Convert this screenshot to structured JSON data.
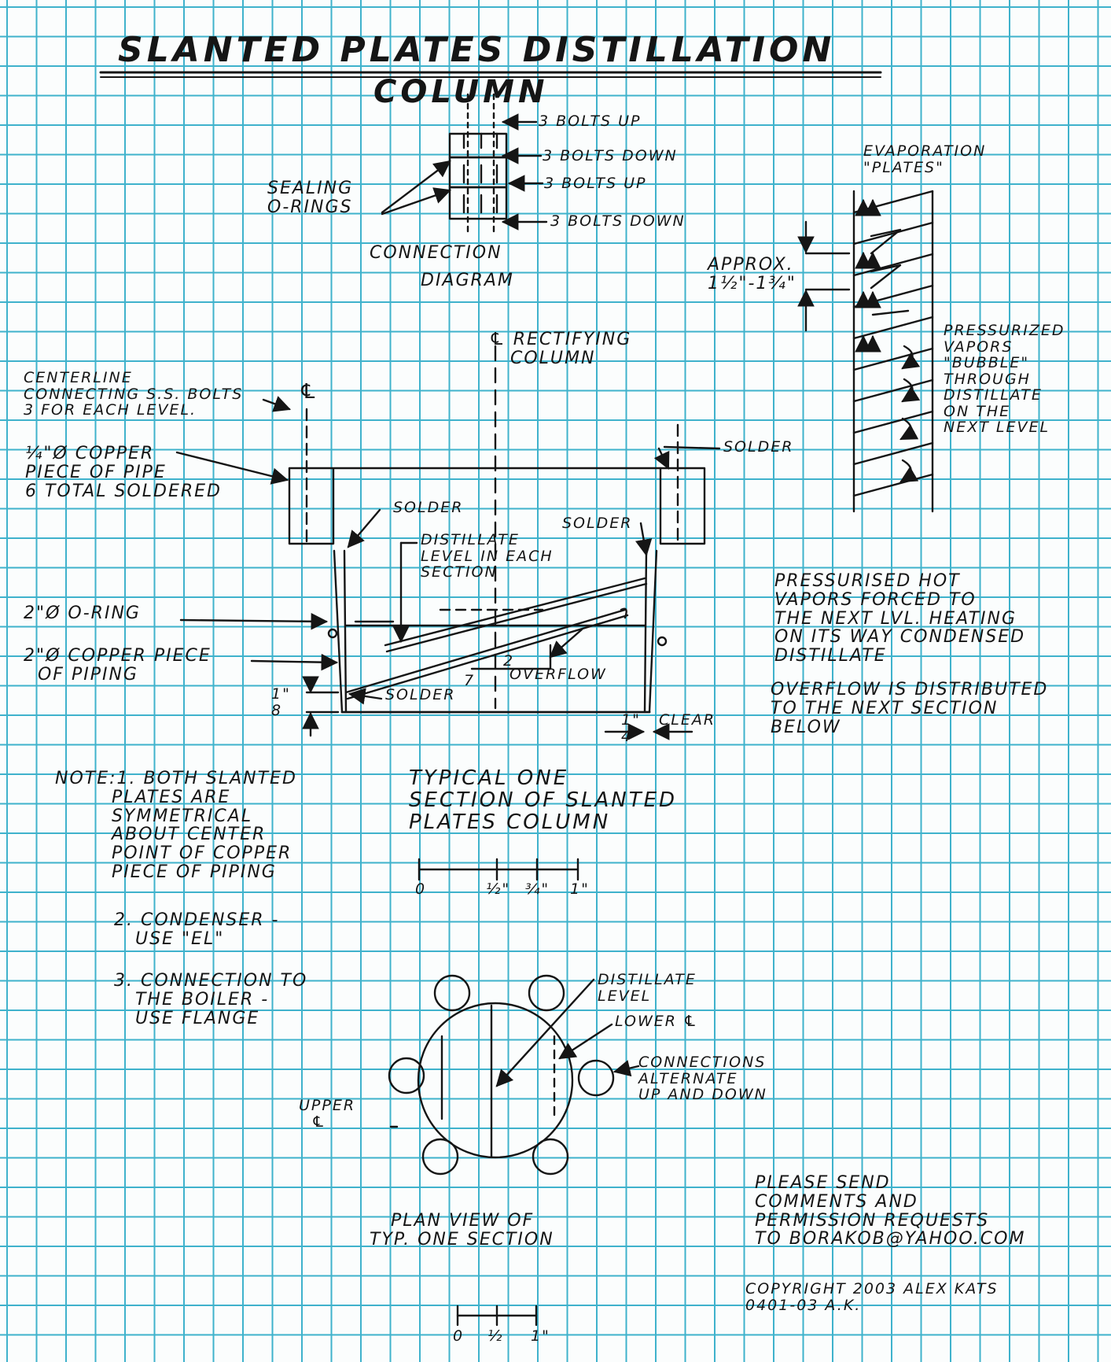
{
  "title": {
    "line1": "SLANTED PLATES DISTILLATION",
    "line2": "COLUMN"
  },
  "connection_diagram": {
    "caption1": "CONNECTION",
    "caption2": "DIAGRAM",
    "bolts": [
      "3 BOLTS UP",
      "3 BOLTS DOWN",
      "3 BOLTS UP",
      "3 BOLTS DOWN"
    ],
    "o_rings": "SEALING\nO-RINGS"
  },
  "evaporation_plates": {
    "label": "EVAPORATION\n\"PLATES\"",
    "spacing": "APPROX.\n1½\"-1¾\"",
    "vapors": "PRESSURIZED\nVAPORS\n\"BUBBLE\"\nTHROUGH\nDISTILLATE\nON THE\nNEXT LEVEL"
  },
  "section": {
    "centerline_rect": "℄ RECTIFYING\n   COLUMN",
    "centerline_bolts": "CENTERLINE\nCONNECTING S.S. BOLTS\n3 FOR EACH LEVEL.",
    "cl_symbol": "℄",
    "copper_pipe": "¼\"Ø COPPER\nPIECE OF PIPE\n6 TOTAL SOLDERED",
    "solder": "SOLDER",
    "distillate_level": "DISTILLATE\nLEVEL IN EACH\nSECTION",
    "o_ring": "2\"Ø O-RING",
    "copper_piece": "2\"Ø COPPER PIECE\n  OF PIPING",
    "overflow": "OVERFLOW",
    "overflow_dim1": "2",
    "overflow_dim2": "7",
    "bottom_dim": "1\"\n8",
    "clear_dim": "1\"\n4",
    "clear": "CLEAR",
    "typical": "TYPICAL ONE\nSECTION OF SLANTED\nPLATES COLUMN"
  },
  "scale1": {
    "ticks": [
      "0",
      "½\"",
      "¾\"",
      "1\""
    ]
  },
  "notes": {
    "note1": "NOTE:1. BOTH SLANTED\n        PLATES ARE\n        SYMMETRICAL\n        ABOUT CENTER\n        POINT OF COPPER\n        PIECE OF PIPING",
    "note2": "2. CONDENSER -\n   USE \"EL\"",
    "note3": "3. CONNECTION TO\n   THE BOILER -\n   USE FLANGE"
  },
  "side_notes": {
    "vapors_forced": "PRESSURISED HOT\nVAPORS FORCED TO\nTHE NEXT LVL. HEATING\nON ITS WAY CONDENSED\nDISTILLATE",
    "overflow_dist": "OVERFLOW IS DISTRIBUTED\nTO THE NEXT SECTION\nBELOW"
  },
  "plan_view": {
    "distillate": "DISTILLATE\nLEVEL",
    "lower": "LOWER ℄",
    "connections": "CONNECTIONS\nALTERNATE\nUP AND DOWN",
    "upper": "UPPER\n  ℄",
    "caption": "   PLAN VIEW OF\nTYP. ONE SECTION"
  },
  "scale2": {
    "ticks": [
      "0",
      "½",
      "1\""
    ]
  },
  "footer": {
    "request": "PLEASE SEND\nCOMMENTS AND\nPERMISSION REQUESTS\nTO BORAKOB@YAHOO.COM",
    "copyright": "COPYRIGHT 2003 ALEX KATS\n0401-03 A.K."
  }
}
